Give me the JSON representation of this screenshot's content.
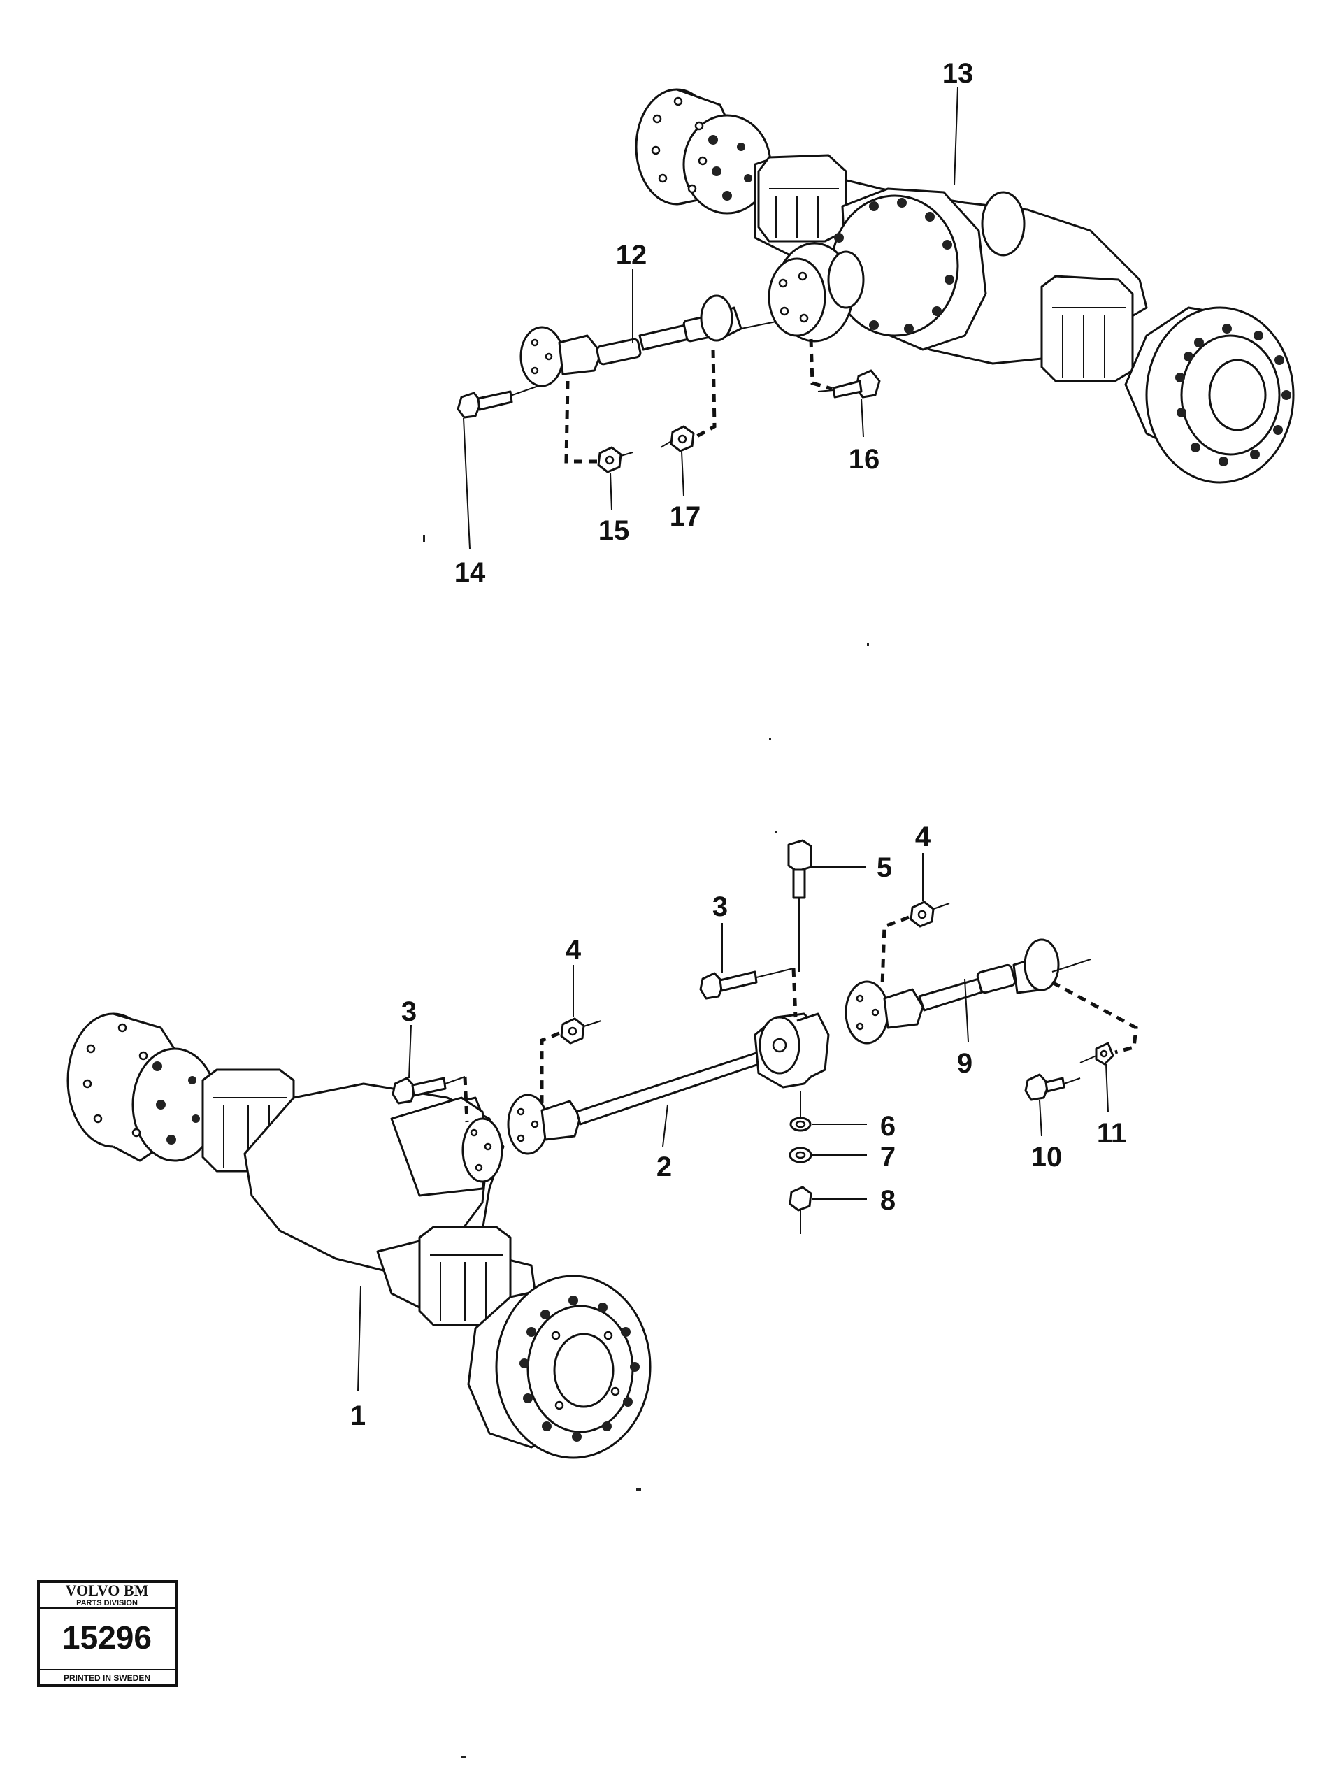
{
  "callouts": {
    "c1": "1",
    "c2": "2",
    "c3a": "3",
    "c3b": "3",
    "c4a": "4",
    "c4b": "4",
    "c5": "5",
    "c6": "6",
    "c7": "7",
    "c8": "8",
    "c9": "9",
    "c10": "10",
    "c11": "11",
    "c12": "12",
    "c13": "13",
    "c14": "14",
    "c15": "15",
    "c16": "16",
    "c17": "17"
  },
  "badge": {
    "brand": "VOLVO BM",
    "division": "PARTS DIVISION",
    "number": "15296",
    "printed": "PRINTED IN SWEDEN"
  }
}
